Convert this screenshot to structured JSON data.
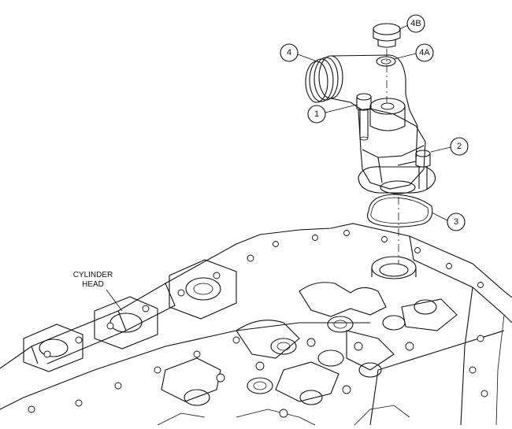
{
  "diagram": {
    "callouts": [
      {
        "id": "c1",
        "label": "1"
      },
      {
        "id": "c2",
        "label": "2"
      },
      {
        "id": "c3",
        "label": "3"
      },
      {
        "id": "c4",
        "label": "4"
      },
      {
        "id": "c4a",
        "label": "4A"
      },
      {
        "id": "c4b",
        "label": "4B"
      }
    ],
    "cylinder_head_label": {
      "line1": "CYLINDER",
      "line2": "HEAD"
    }
  },
  "colors": {
    "ink": "#111111",
    "background": "#ffffff"
  }
}
